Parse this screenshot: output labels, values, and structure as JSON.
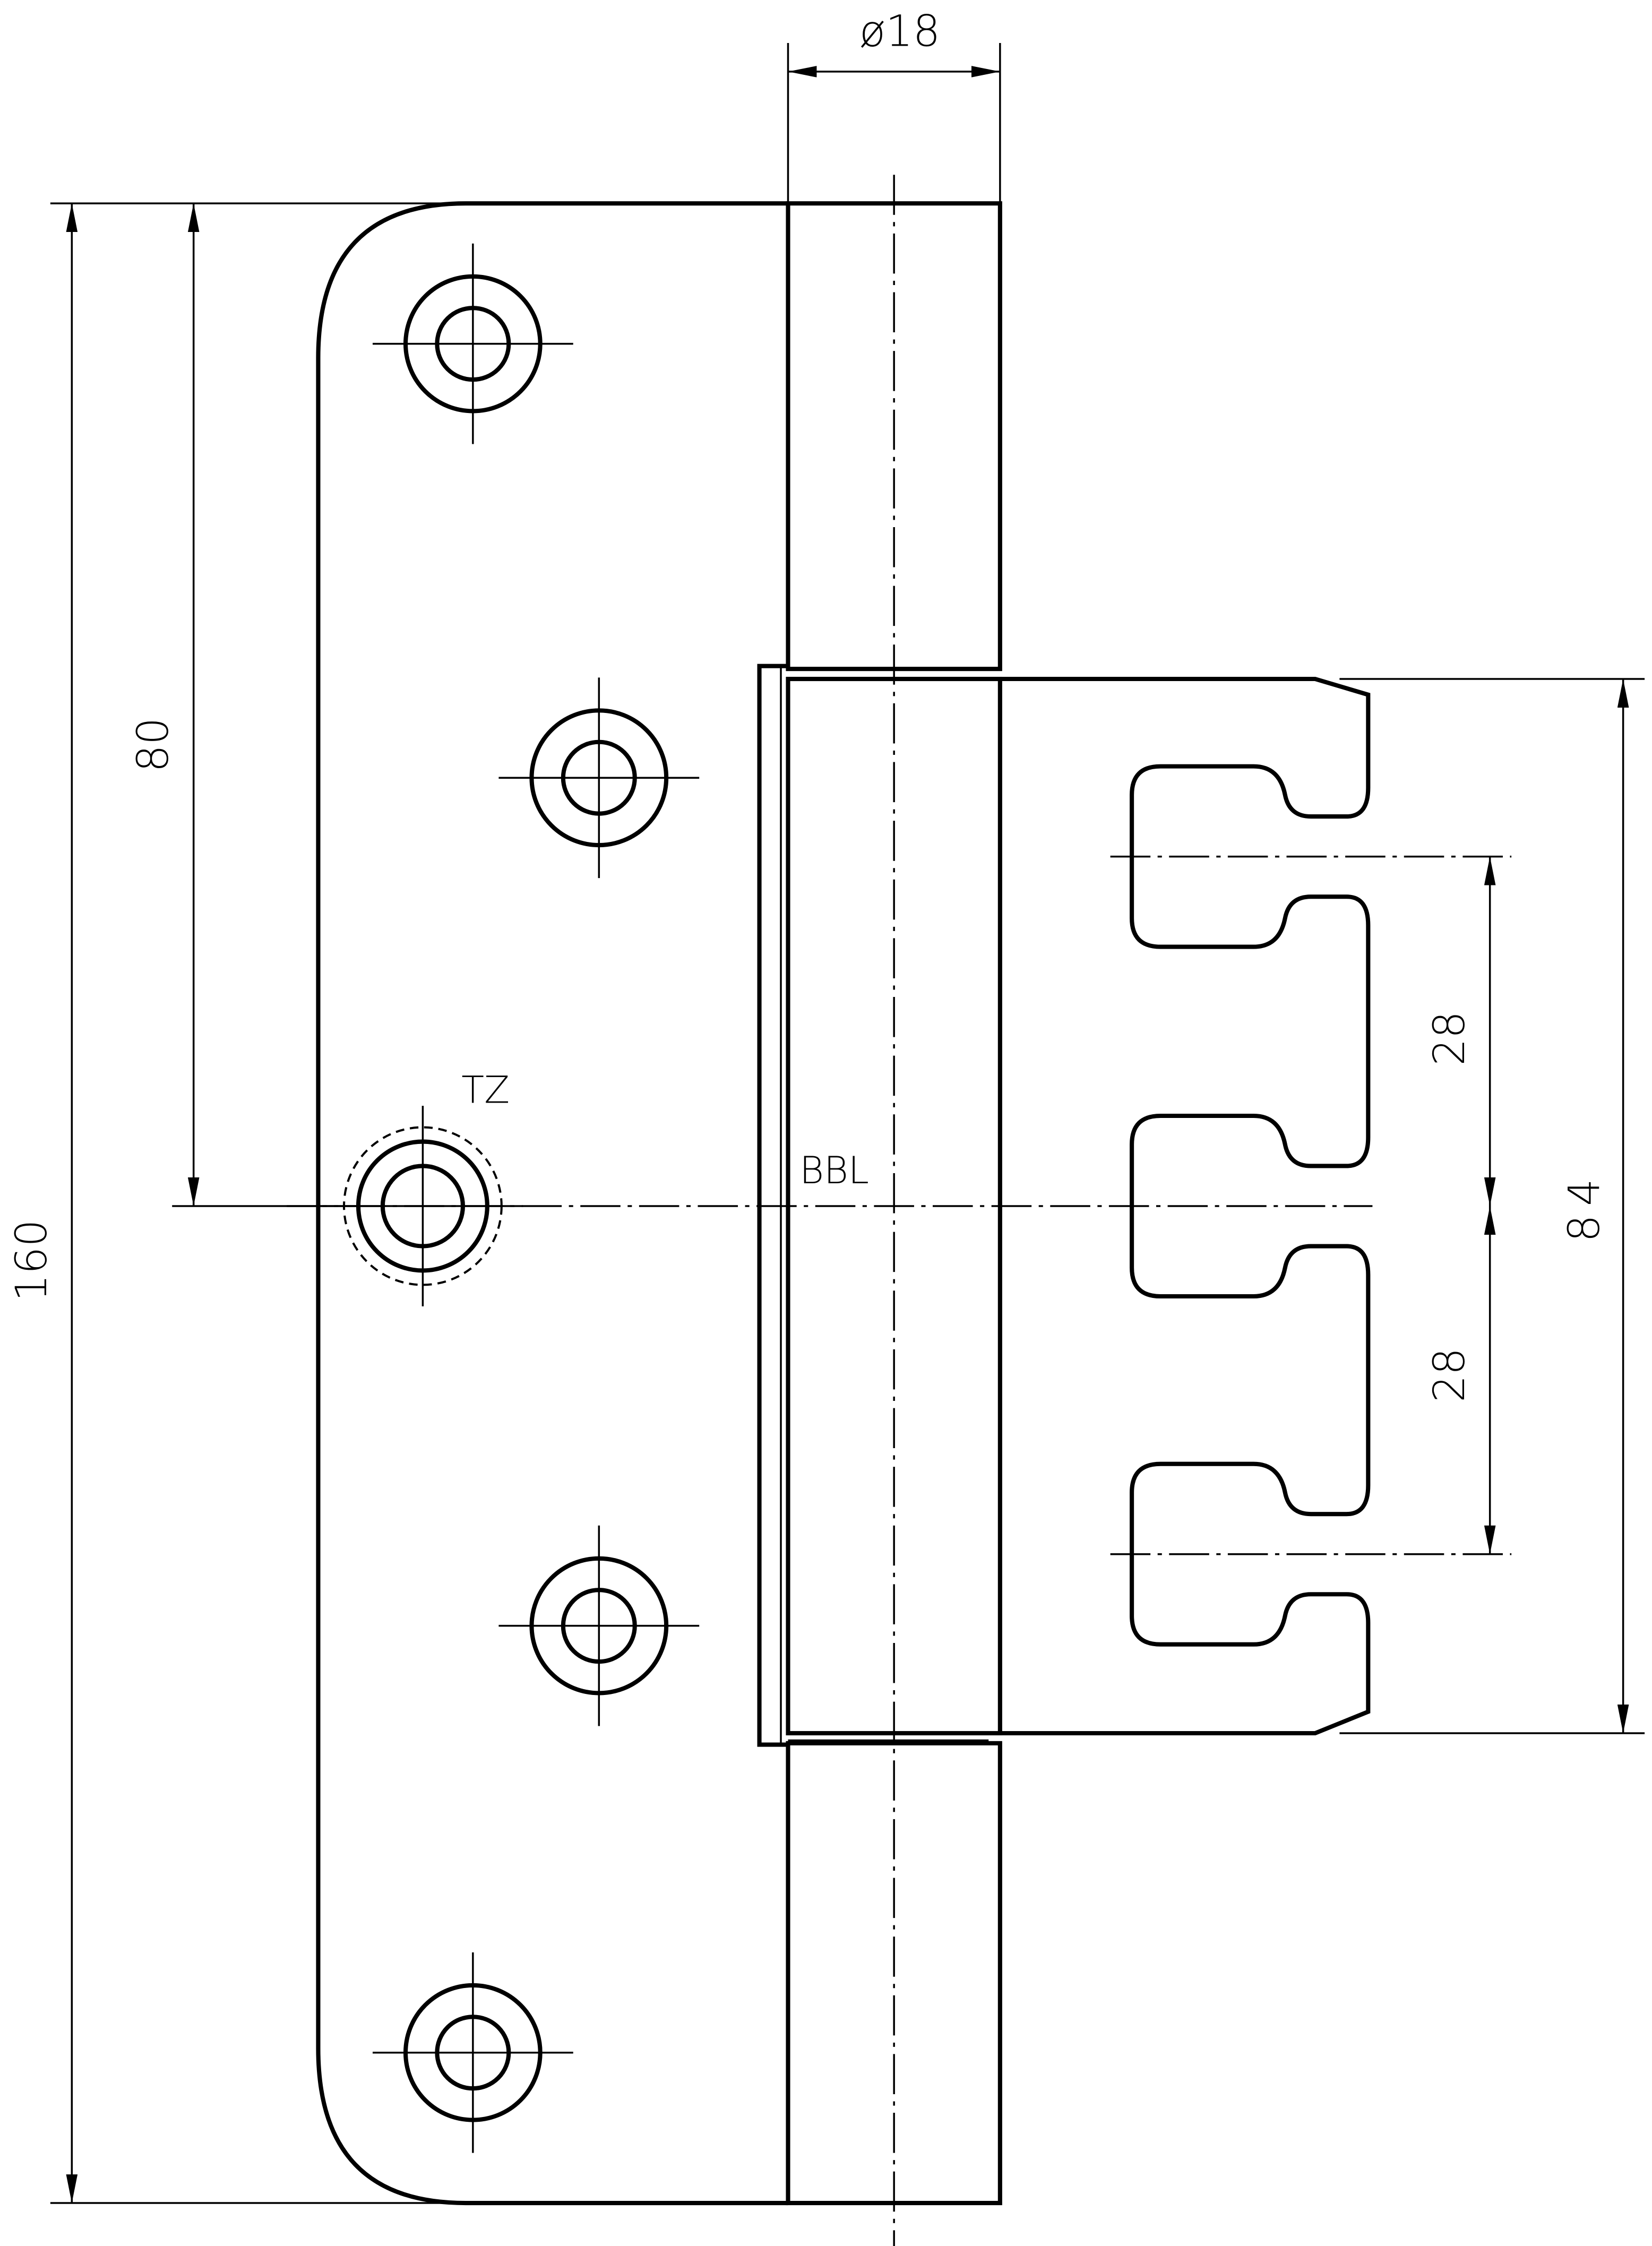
{
  "drawing": {
    "dimensions": {
      "pin_diameter": "ø18",
      "total_height": "160",
      "height_to_center": "80",
      "right_leaf_height": "84",
      "slot_spacing_top": "28",
      "slot_spacing_bottom": "28"
    },
    "labels": {
      "tz": "TZ",
      "bbl": "BBL"
    }
  }
}
